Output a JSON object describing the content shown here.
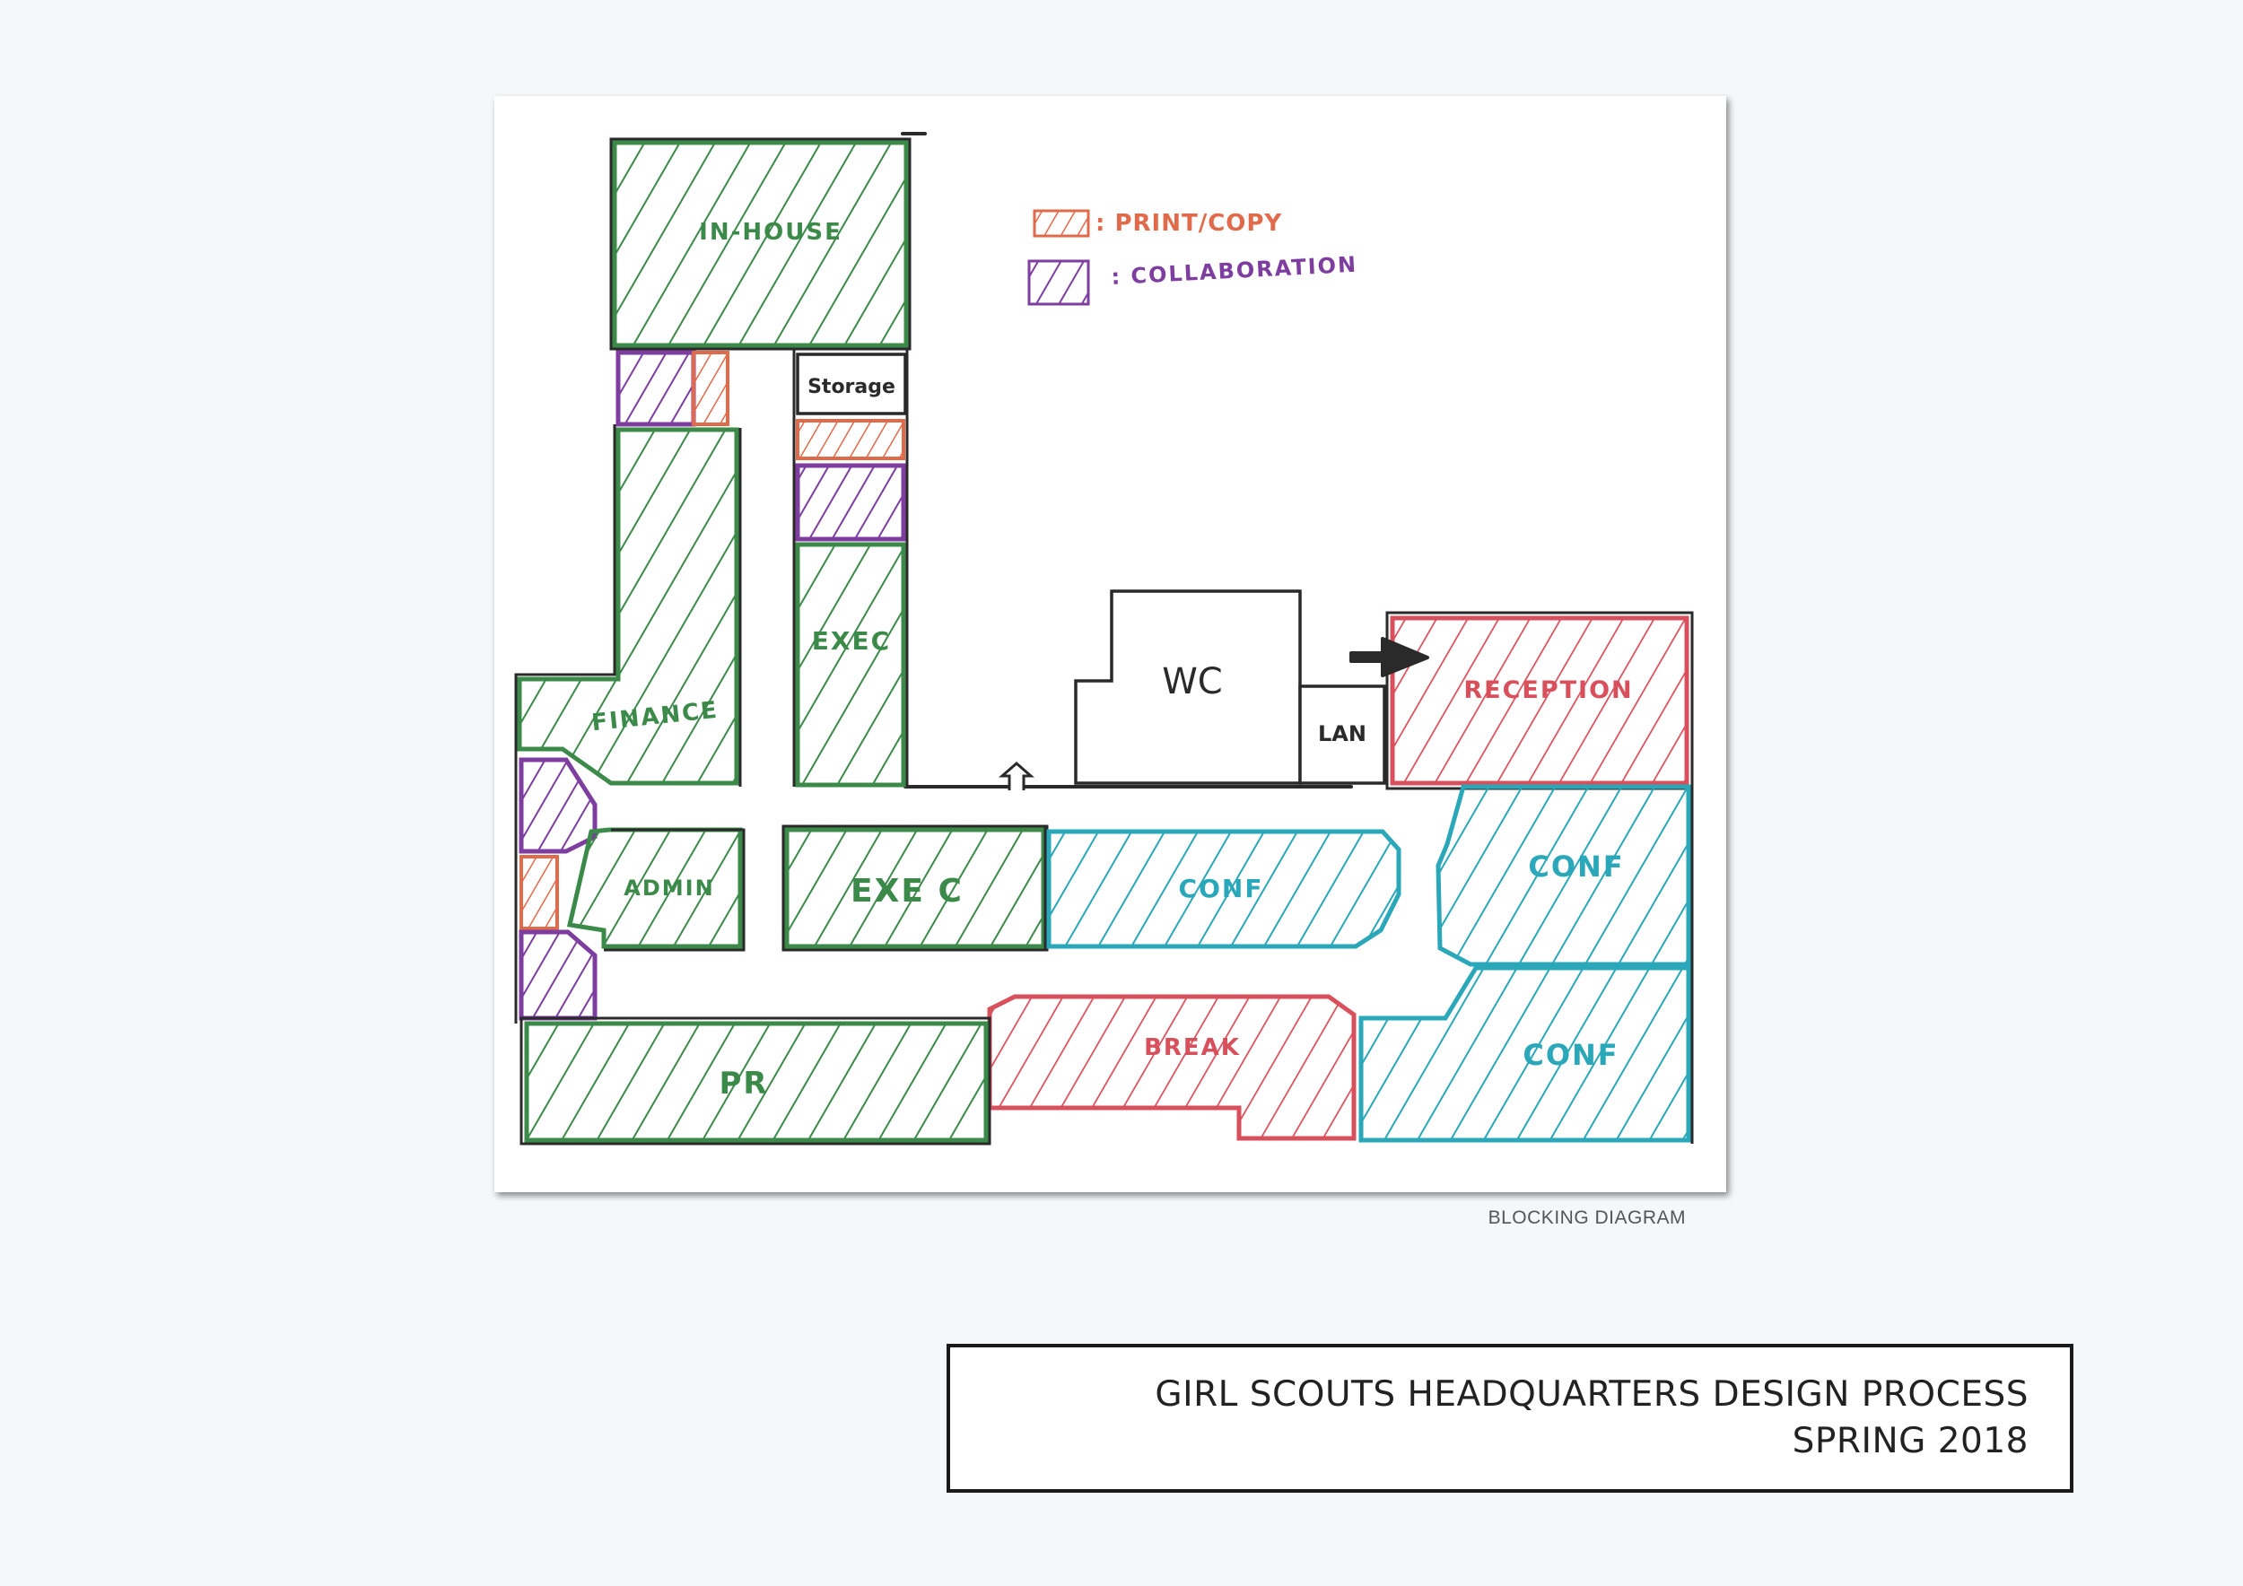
{
  "colors": {
    "office": "#3c8a4a",
    "public": "#d8505c",
    "conference": "#2aa7b8",
    "print_copy": "#e06a4a",
    "collaboration": "#7d3ea0",
    "ink": "#2a2a2a"
  },
  "legend": {
    "print_copy_label": ": PRINT/COPY",
    "collaboration_label": ": COLLABORATION"
  },
  "rooms": {
    "in_house": "IN-HOUSE",
    "storage": "Storage",
    "exec_top": "EXEC",
    "finance": "FINANCE",
    "wc": "WC",
    "lan": "LAN",
    "reception": "RECEPTION",
    "admin": "ADMIN",
    "exec_c": "EXE C",
    "conf_middle": "CONF",
    "conf_right_top": "CONF",
    "conf_right_bottom": "CONF",
    "break": "BREAK",
    "pr": "PR"
  },
  "caption": "BLOCKING DIAGRAM",
  "title": {
    "line1": "GIRL SCOUTS HEADQUARTERS DESIGN PROCESS",
    "line2": "SPRING 2018"
  }
}
